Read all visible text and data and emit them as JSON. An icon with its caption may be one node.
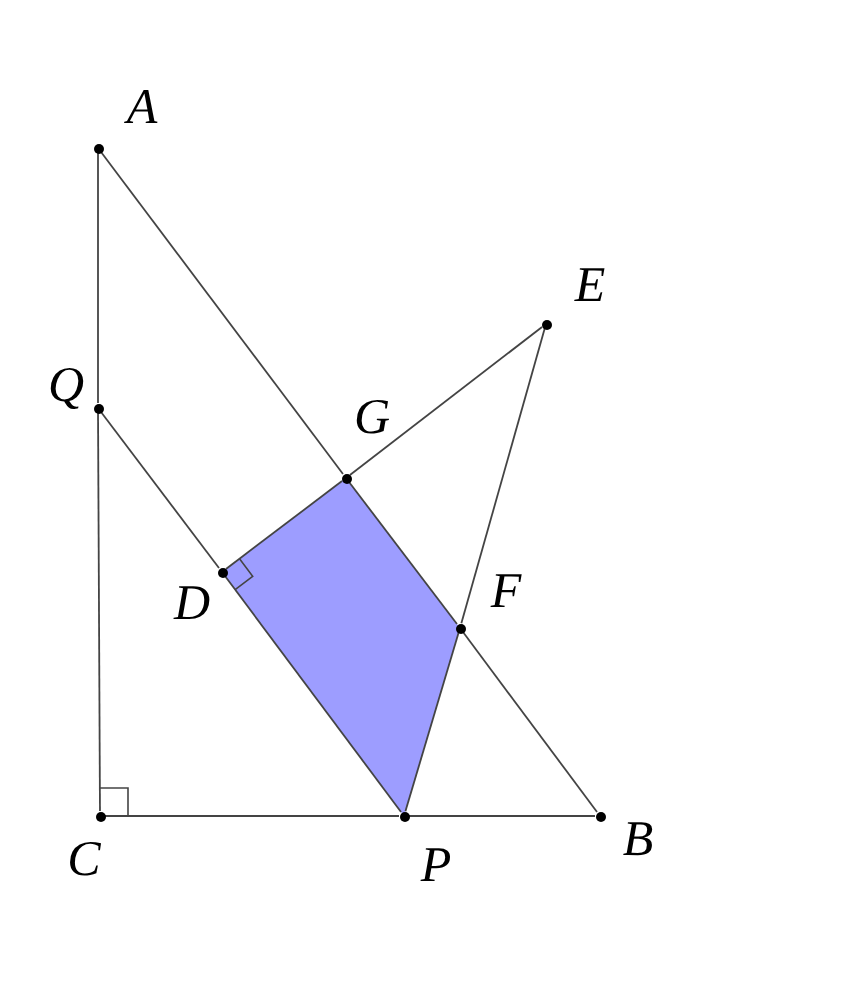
{
  "diagram": {
    "nodes": [
      {
        "text": [],
        "shape": "circle",
        "beside": [
          "A"
        ]
      },
      {
        "text": [],
        "shape": "circle",
        "beside": [
          "E"
        ]
      },
      {
        "text": [],
        "shape": "circle",
        "beside": [
          "Q"
        ]
      },
      {
        "text": [],
        "shape": "circle",
        "beside": [
          "G"
        ]
      },
      {
        "text": [],
        "shape": "circle",
        "beside": [
          "D"
        ]
      },
      {
        "text": [],
        "shape": "circle",
        "beside": [
          "F"
        ]
      },
      {
        "text": [],
        "shape": "circle",
        "beside": [
          "C"
        ]
      },
      {
        "text": [],
        "shape": "circle",
        "beside": [
          "P"
        ]
      },
      {
        "text": [],
        "shape": "circle",
        "beside": [
          "B"
        ]
      }
    ],
    "edges": [
      {
        "from": 0,
        "to": 2,
        "arrow": "none"
      },
      {
        "from": 2,
        "to": 6,
        "arrow": "none"
      },
      {
        "from": 6,
        "to": 7,
        "arrow": "none"
      },
      {
        "from": 7,
        "to": 8,
        "arrow": "none"
      },
      {
        "from": 0,
        "to": 3,
        "arrow": "none"
      },
      {
        "from": 3,
        "to": 5,
        "arrow": "none"
      },
      {
        "from": 5,
        "to": 8,
        "arrow": "none"
      },
      {
        "from": 2,
        "to": 4,
        "arrow": "none"
      },
      {
        "from": 4,
        "to": 7,
        "arrow": "none"
      },
      {
        "from": 4,
        "to": 3,
        "arrow": "none"
      },
      {
        "from": 3,
        "to": 1,
        "arrow": "none"
      },
      {
        "from": 1,
        "to": 5,
        "arrow": "none"
      },
      {
        "from": 5,
        "to": 7,
        "arrow": "none"
      }
    ]
  }
}
